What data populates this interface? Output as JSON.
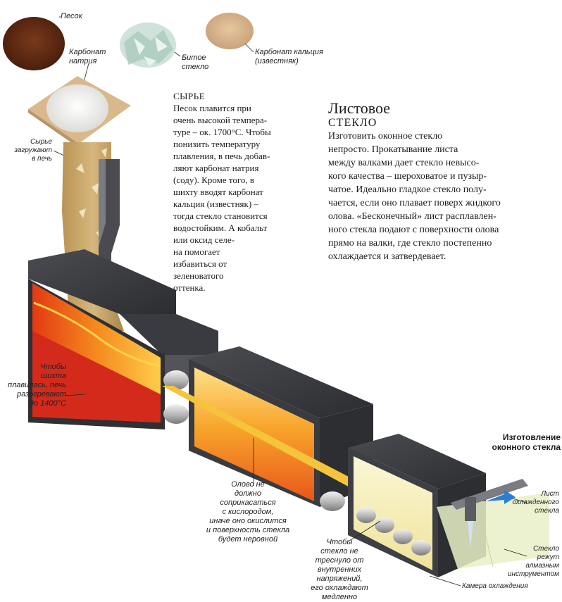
{
  "labels": {
    "sand": "Песок",
    "soda": "Карбонат\nнатрия",
    "cullet": "Битое\nстекло",
    "limestone": "Карбонат кальция\n(известняк)",
    "loading": "Сырье\nзагружают\nв печь",
    "melting": "Чтобы\nшихта\nплавилась, печь\nразогревают\nдо 1400°С",
    "tin_oxygen": "Олово не\nдолжно\nсоприкасаться\nс кислородом,\nиначе оно окислится\nи поверхность стекла\nбудет неровной",
    "annealing": "Чтобы\nстекло не\nтреснуло от\nвнутренних\nнапряжений,\nего охлаждают\nмедленно",
    "cooled_sheet": "Лист\nохлажденного\nстекла",
    "diamond_cut": "Стекло\nрежут\nалмазным\nинструментом",
    "cooling_chamber": "Камера охлаждения"
  },
  "raw": {
    "heading": "СЫРЬЕ",
    "text": "Песок плавится при\nочень высокой темпера-\nтуре – ок. 1700°С. Чтобы\nпонизить температуру\nплавления, в печь добав-\nляют карбонат натрия\n(соду). Кроме того, в\nшихту вводят карбонат\nкальция (известняк) –\nтогда стекло становится\nводостойким. А кобальт\nили оксид селе-\nна помогает\nизбавиться от\nзеленоватого\nоттенка."
  },
  "article": {
    "title": "Листовое",
    "subtitle": "стекло",
    "text": "Изготовить оконное стекло\nнепросто. Прокатывание листа\nмежду валками дает стекло невысо-\nкого качества – шероховатое и пузыр-\nчатое. Идеально гладкое стекло полу-\nчается, если оно плавает поверх жидкого\nолова. «Бесконечный» лист расплавлен-\nного стекла подают с поверхности олова\nпрямо на валки, где стекло постепенно\nохлаждается и затвердевает."
  },
  "section": {
    "title": "Изготовление\nоконного стекла"
  },
  "colors": {
    "steel_dark": "#3c3d42",
    "steel_mid": "#6b6d72",
    "steel_light": "#b9bbbf",
    "furnace_red": "#d8261c",
    "molten_orange": "#f28a1e",
    "glow_yellow": "#ffd24a",
    "sand": "#c9a96b",
    "sand_brown": "#5e2a12",
    "limestone": "#d9b891",
    "glass_pale": "#e9f0c8",
    "accent_blue": "#2a7fd4"
  }
}
